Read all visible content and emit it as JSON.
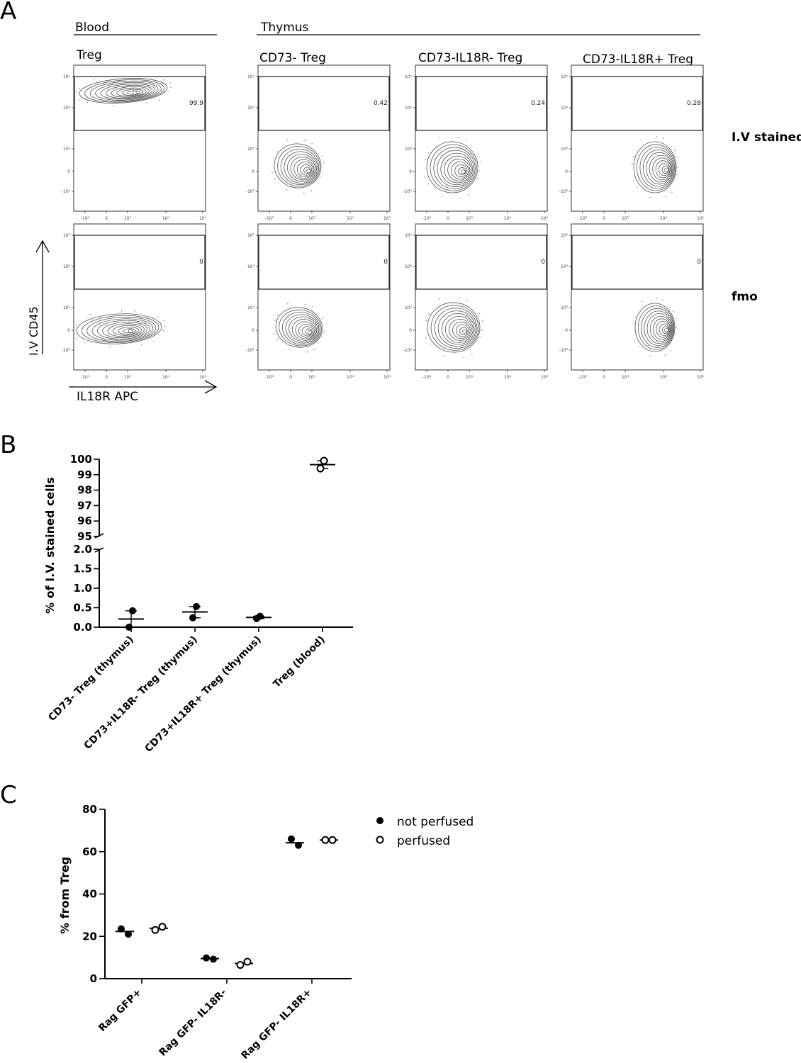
{
  "panels": {
    "a": "A",
    "b": "B",
    "c": "C"
  },
  "panelA": {
    "groups": [
      {
        "label": "Blood"
      },
      {
        "label": "Thymus"
      }
    ],
    "columns": [
      "Treg",
      "CD73- Treg",
      "CD73-IL18R- Treg",
      "CD73-IL18R+ Treg"
    ],
    "rows": [
      "I.V stained",
      "fmo"
    ],
    "y_axis_label": "I.V CD45",
    "x_axis_label": "IL18R APC",
    "gate_values": [
      [
        "99.9",
        "0.42",
        "0.24",
        "0.28"
      ],
      [
        "0",
        "0",
        "0",
        "0"
      ]
    ],
    "y_ticks": [
      "10⁵",
      "10⁴",
      "10³",
      "0",
      "-10³"
    ],
    "x_ticks": [
      "-10³",
      "0",
      "10³",
      "10⁴",
      "10⁵"
    ],
    "ink_color": "#333333"
  },
  "chart_data": [
    {
      "type": "scatter",
      "panel": "B",
      "categories": [
        "CD73- Treg (thymus)",
        "CD73+IL18R- Treg (thymus)",
        "CD73+IL18R+ Treg (thymus)",
        "Treg (blood)"
      ],
      "ylabel": "% of I.V. stained cells",
      "y_broken_axis": true,
      "y_segments": [
        {
          "range": [
            0,
            2.0
          ],
          "ticks": [
            "0.0",
            "0.5",
            "1.0",
            "1.5",
            "2.0"
          ],
          "tick_values": [
            0,
            0.5,
            1.0,
            1.5,
            2.0
          ]
        },
        {
          "range": [
            95,
            100
          ],
          "ticks": [
            "95",
            "96",
            "97",
            "98",
            "99",
            "100"
          ],
          "tick_values": [
            95,
            96,
            97,
            98,
            99,
            100
          ]
        }
      ],
      "series": [
        {
          "marker": "filled",
          "points": [
            {
              "category": 0,
              "values": [
                0.42,
                0.0
              ]
            },
            {
              "category": 1,
              "values": [
                0.53,
                0.24
              ]
            },
            {
              "category": 2,
              "values": [
                0.28,
                0.22
              ]
            }
          ]
        },
        {
          "marker": "open",
          "points": [
            {
              "category": 3,
              "values": [
                99.9,
                99.4
              ]
            }
          ]
        }
      ],
      "means": [
        0.21,
        0.39,
        0.25,
        99.65
      ],
      "sd_bars": [
        [
          0.0,
          0.42
        ],
        [
          0.24,
          0.53
        ],
        [
          0.22,
          0.28
        ],
        [
          99.4,
          99.9
        ]
      ]
    },
    {
      "type": "scatter",
      "panel": "C",
      "categories": [
        "Rag GFP+",
        "Rag GFP- IL18R-",
        "Rag GFP- IL18R+"
      ],
      "ylabel": "% from Treg",
      "ylim": [
        0,
        80
      ],
      "yticks": [
        0,
        20,
        40,
        60,
        80
      ],
      "legend_position": "top-right",
      "series": [
        {
          "name": "not perfused",
          "marker": "filled",
          "values": [
            [
              23.5,
              21.0
            ],
            [
              9.8,
              9.2
            ],
            [
              66.0,
              63.0
            ]
          ],
          "means": [
            22.3,
            9.5,
            64.2
          ]
        },
        {
          "name": "perfused",
          "marker": "open",
          "values": [
            [
              23.0,
              24.5
            ],
            [
              6.5,
              8.0
            ],
            [
              65.5,
              65.5
            ]
          ],
          "means": [
            23.8,
            7.2,
            65.5
          ]
        }
      ]
    }
  ]
}
